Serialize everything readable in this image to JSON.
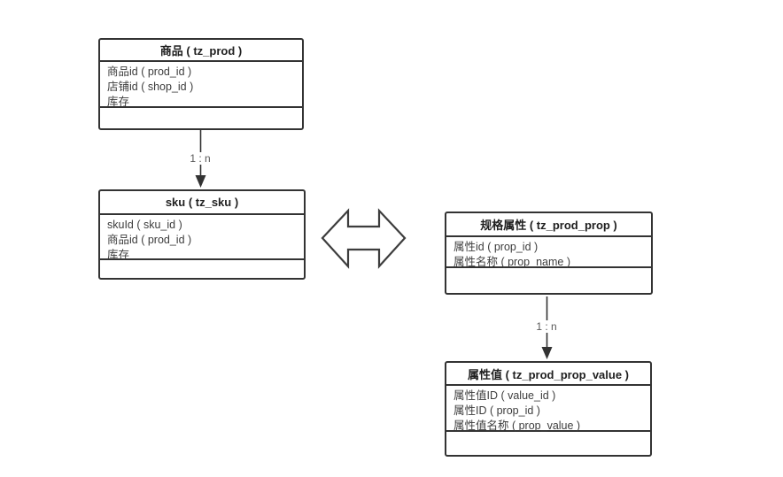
{
  "diagram": {
    "tables": [
      {
        "id": "prod",
        "title": "商品 ( tz_prod )",
        "fields": [
          "商品id ( prod_id )",
          "店铺id ( shop_id )",
          "库存"
        ]
      },
      {
        "id": "sku",
        "title": "sku ( tz_sku )",
        "fields": [
          "skuId ( sku_id )",
          "商品id ( prod_id )",
          "库存"
        ]
      },
      {
        "id": "prod-prop",
        "title": "规格属性 ( tz_prod_prop )",
        "fields": [
          "属性id ( prop_id )",
          "属性名称 ( prop_name )"
        ]
      },
      {
        "id": "prod-prop-value",
        "title": "属性值 ( tz_prod_prop_value )",
        "fields": [
          "属性值ID ( value_id )",
          "属性ID ( prop_id )",
          "属性值名称 ( prop_value )"
        ]
      }
    ],
    "relations": [
      {
        "from": "prod",
        "to": "sku",
        "label": "1 : n"
      },
      {
        "from": "prod-prop",
        "to": "prod-prop-value",
        "label": "1 : n"
      }
    ],
    "colors": {
      "border": "#333333",
      "title_text": "#1f1f1f",
      "field_text": "#3d3d3d",
      "relation_label": "#595959",
      "background": "#ffffff"
    }
  }
}
